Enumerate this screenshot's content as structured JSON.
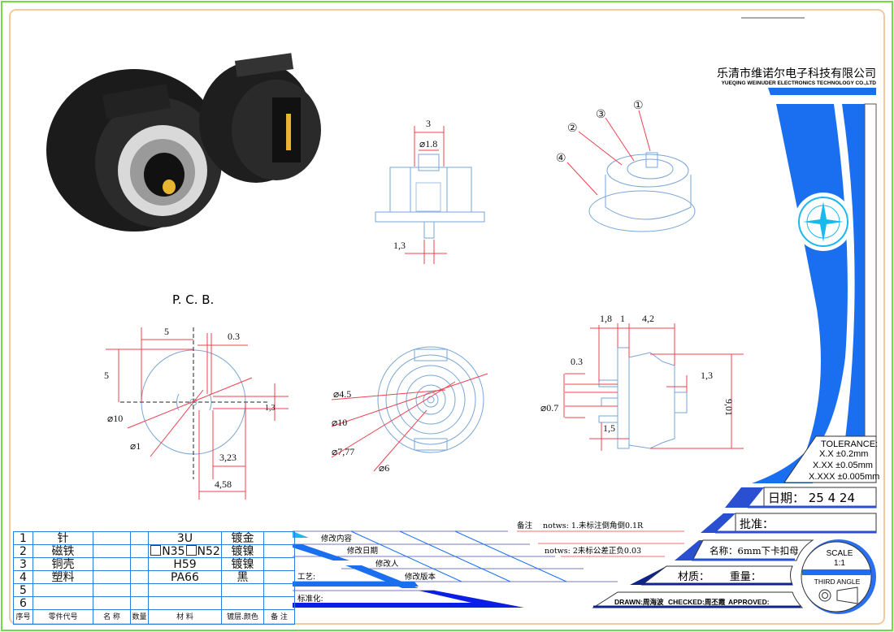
{
  "company": {
    "name_cn": "乐清市维诺尔电子科技有限公司",
    "name_en": "YUEQING WEINUDER ELECTRONICS TECHNOLOGY CO.,LTD"
  },
  "views": {
    "top": {
      "width": "3",
      "pin_dia": "⌀1.8",
      "pin_len": "1,3"
    },
    "iso": {
      "balloons": [
        "①",
        "②",
        "③",
        "④"
      ]
    },
    "pcb": {
      "title": "P. C. B.",
      "d_h": "5",
      "d_slot": "0.3",
      "d_v": "5",
      "d_slot_h": "1,3",
      "dia_outer": "⌀10",
      "dia_inner": "⌀1",
      "d_323": "3,23",
      "d_458": "4,58"
    },
    "front": {
      "d1": "⌀4.5",
      "d2": "⌀10",
      "d3": "⌀7,77",
      "d4": "⌀6"
    },
    "side": {
      "d18": "1,8",
      "d1": "1",
      "d42": "4,2",
      "d03": "0.3",
      "d07": "⌀0.7",
      "d13": "1,3",
      "d901": "9,01",
      "d15": "1,5"
    }
  },
  "tolerance": {
    "title": "TOLERANCE:",
    "rows": [
      "X.X  ±0.2mm",
      "X.XX  ±0.05mm",
      "X.XXX  ±0.005mm"
    ]
  },
  "title_block": {
    "date": "日期：  25  4  24",
    "approve": "批准：",
    "name": "名称：6mm下卡扣母",
    "material_weight": "材质：      重量：",
    "drawn": "DRAWN:周海波",
    "checked": "CHECKED:周丕霞",
    "approved": "APPROVED:",
    "scale": "SCALE",
    "scale_value": "1:1",
    "projection": "THIRD ANGLE"
  },
  "notes": {
    "label": "备注",
    "note1": "notws: 1.未标注倒角倒0.1R",
    "note2": "notws: 2未标公差正负0.03"
  },
  "revision": {
    "content": "修改内容",
    "date": "修改日期",
    "person": "修改人",
    "process": "工艺:",
    "version": "修改版本",
    "standard": "标准化:"
  },
  "bom": {
    "rows": [
      {
        "no": "1",
        "part": "针",
        "name": "",
        "qty": "",
        "material": "3U",
        "finish": "镀金",
        "remark": ""
      },
      {
        "no": "2",
        "part": "磁铁",
        "name": "",
        "qty": "",
        "material": "N35 N52",
        "finish": "镀镍",
        "remark": ""
      },
      {
        "no": "3",
        "part": "铜壳",
        "name": "",
        "qty": "",
        "material": "H59",
        "finish": "镀镍",
        "remark": ""
      },
      {
        "no": "4",
        "part": "塑料",
        "name": "",
        "qty": "",
        "material": "PA66",
        "finish": "黑",
        "remark": ""
      },
      {
        "no": "5",
        "part": "",
        "name": "",
        "qty": "",
        "material": "",
        "finish": "",
        "remark": ""
      },
      {
        "no": "6",
        "part": "",
        "name": "",
        "qty": "",
        "material": "",
        "finish": "",
        "remark": ""
      }
    ],
    "header": [
      "序号",
      "零件代号",
      "名 称",
      "数量",
      "材  料",
      "镀层.颜色",
      "备 注"
    ],
    "mat2_a": "N35",
    "mat2_b": "N52"
  },
  "colors": {
    "accent": "#1a6ff0",
    "dim": "#f04050",
    "part": "#7aa6d6"
  }
}
